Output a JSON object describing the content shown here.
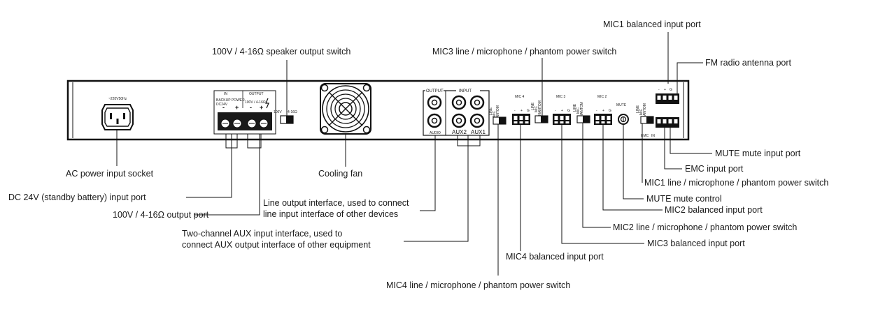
{
  "panel": {
    "power_rating": "~220V50Hz",
    "in_header": "IN",
    "output_header": "OUTPUT",
    "in_sub": "BACKUP POWER",
    "in_voltage": "DC24V",
    "out_sub": "100V / 4-16Ω",
    "switch_left": "100V",
    "switch_right": "4-16Ω",
    "output_label": "OUTPUT",
    "input_label": "INPUT",
    "output_jack": "AUDIO",
    "aux2": "AUX2",
    "aux1": "AUX1",
    "mic4": "MIC 4",
    "mic3": "MIC 3",
    "mic2": "MIC 2",
    "mute": "MUTE",
    "sw_line": "LINE",
    "sw_mic": "MIC",
    "sw_phantom": "PHANTOM",
    "term_neg": "-",
    "term_pos": "+",
    "term_g": "G",
    "emc_left": "EMC",
    "emc_in": "IN"
  },
  "labels": {
    "mic1_balanced": "MIC1 balanced input port",
    "speaker_switch": "100V / 4-16Ω speaker output switch",
    "mic3_switch": "MIC3 line / microphone / phantom power switch",
    "fm_antenna": "FM radio antenna port",
    "mute_input": "MUTE mute input port",
    "emc_input": "EMC input port",
    "mic1_switch": "MIC1 line / microphone / phantom power switch",
    "mute_control": "MUTE mute control",
    "mic2_balanced": "MIC2 balanced input port",
    "mic2_switch": "MIC2 line / microphone / phantom power switch",
    "mic3_balanced": "MIC3 balanced input port",
    "mic4_balanced": "MIC4 balanced input port",
    "mic4_switch": "MIC4 line / microphone / phantom power switch",
    "ac_socket": "AC power input socket",
    "dc_input": "DC 24V (standby battery) input port",
    "output_port": "100V / 4-16Ω output port",
    "cooling_fan": "Cooling fan",
    "line_out_1": "Line output interface, used to connect",
    "line_out_2": "line input interface of other devices",
    "aux_in_1": "Two-channel AUX input interface, used to",
    "aux_in_2": "connect AUX output interface of other equipment"
  },
  "colors": {
    "ink": "#111111",
    "panel": "#ffffff",
    "background": "#ffffff"
  }
}
